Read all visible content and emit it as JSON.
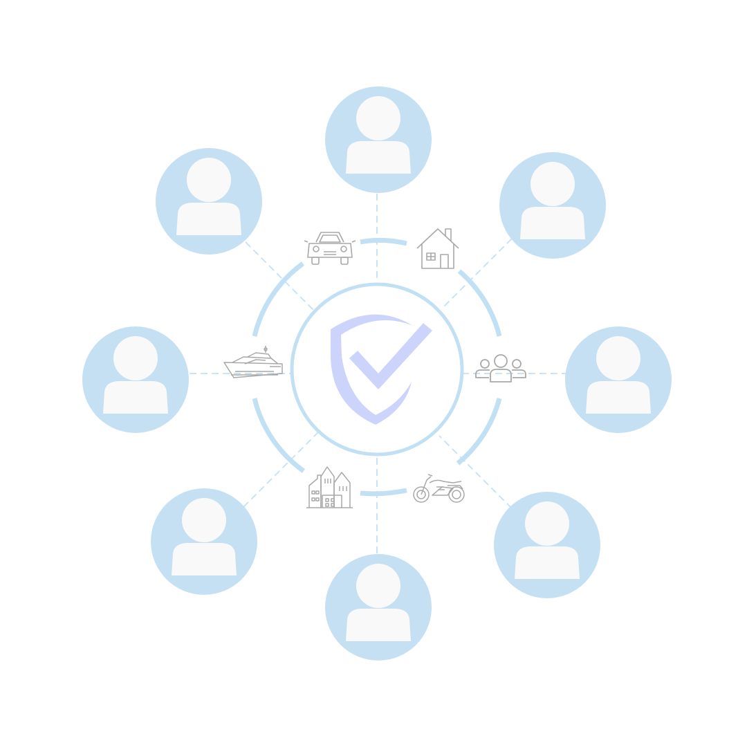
{
  "colors": {
    "background": "#ffffff",
    "node_fill": "#c5e0f2",
    "person_fill": "#f9f9f9",
    "ring": "#c2e0f4",
    "connector": "#c8e3f5",
    "shield": "#cdd4fc",
    "icon_stroke": "#a8a8a8"
  },
  "hub": {
    "icon": "shield-check-icon"
  },
  "nodes": [
    {
      "name": "person-node-top",
      "icon": "person-icon"
    },
    {
      "name": "person-node-top-right",
      "icon": "person-icon"
    },
    {
      "name": "person-node-right",
      "icon": "person-icon"
    },
    {
      "name": "person-node-bottom-right",
      "icon": "person-icon"
    },
    {
      "name": "person-node-bottom",
      "icon": "person-icon"
    },
    {
      "name": "person-node-bottom-left",
      "icon": "person-icon"
    },
    {
      "name": "person-node-left",
      "icon": "person-icon"
    },
    {
      "name": "person-node-top-left",
      "icon": "person-icon"
    }
  ],
  "ring_icons": [
    {
      "name": "car-icon"
    },
    {
      "name": "house-icon"
    },
    {
      "name": "family-icon"
    },
    {
      "name": "motorcycle-icon"
    },
    {
      "name": "buildings-icon"
    },
    {
      "name": "yacht-icon"
    }
  ]
}
